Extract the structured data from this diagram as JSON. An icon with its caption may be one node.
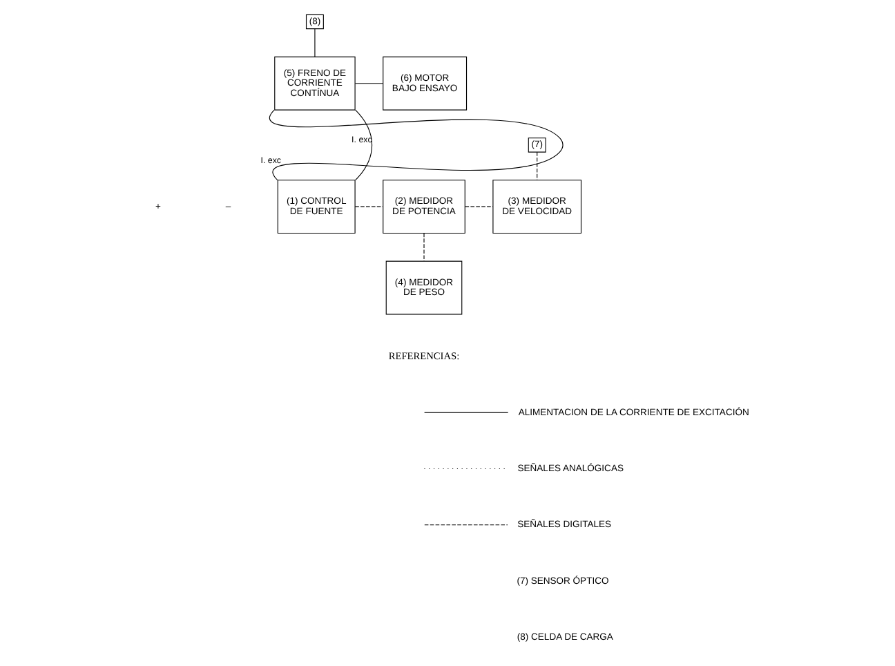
{
  "diagram": {
    "nodes": [
      {
        "text": [
          "(5) FRENO DE CORRIENTE CONTÍNUA"
        ]
      },
      {
        "text": [
          "(8)"
        ]
      },
      {
        "text": [
          "(6) MOTOR BAJO ENSAYO"
        ]
      },
      {
        "text": [
          "(7)"
        ]
      },
      {
        "text": [
          "(1) CONTROL DE FUENTE"
        ]
      },
      {
        "text": [
          "(2) MEDIDOR DE POTENCIA"
        ]
      },
      {
        "text": [
          "(3) MEDIDOR DE VELOCIDAD"
        ]
      },
      {
        "text": [
          "(4) MEDIDOR DE PESO"
        ]
      }
    ],
    "edges": [
      {
        "from": 1,
        "to": 0,
        "arrow": "none"
      },
      {
        "from": 0,
        "to": 2,
        "arrow": "none"
      },
      {
        "from": 3,
        "to": 6,
        "arrow": "none",
        "style": "dashed"
      },
      {
        "from": 4,
        "to": 0,
        "arrow": "none",
        "label": "I. exc"
      },
      {
        "from": 0,
        "to": 4,
        "arrow": "none",
        "label": "I. exc"
      },
      {
        "from": 4,
        "to": 5,
        "arrow": "none",
        "style": "dashed"
      },
      {
        "from": 5,
        "to": 6,
        "arrow": "none",
        "style": "dashed"
      },
      {
        "from": 5,
        "to": 7,
        "arrow": "none",
        "style": "dashed"
      }
    ],
    "labels": [
      "+",
      "–",
      "REFERENCIAS:"
    ],
    "legend": [
      {
        "text": "ALIMENTACION DE LA CORRIENTE DE EXCITACIÓN"
      },
      {
        "text": "SEÑALES ANALÓGICAS"
      },
      {
        "text": "SEÑALES DIGITALES"
      },
      {
        "text": "(7) SENSOR ÓPTICO"
      },
      {
        "text": "(8) CELDA DE CARGA"
      }
    ]
  }
}
